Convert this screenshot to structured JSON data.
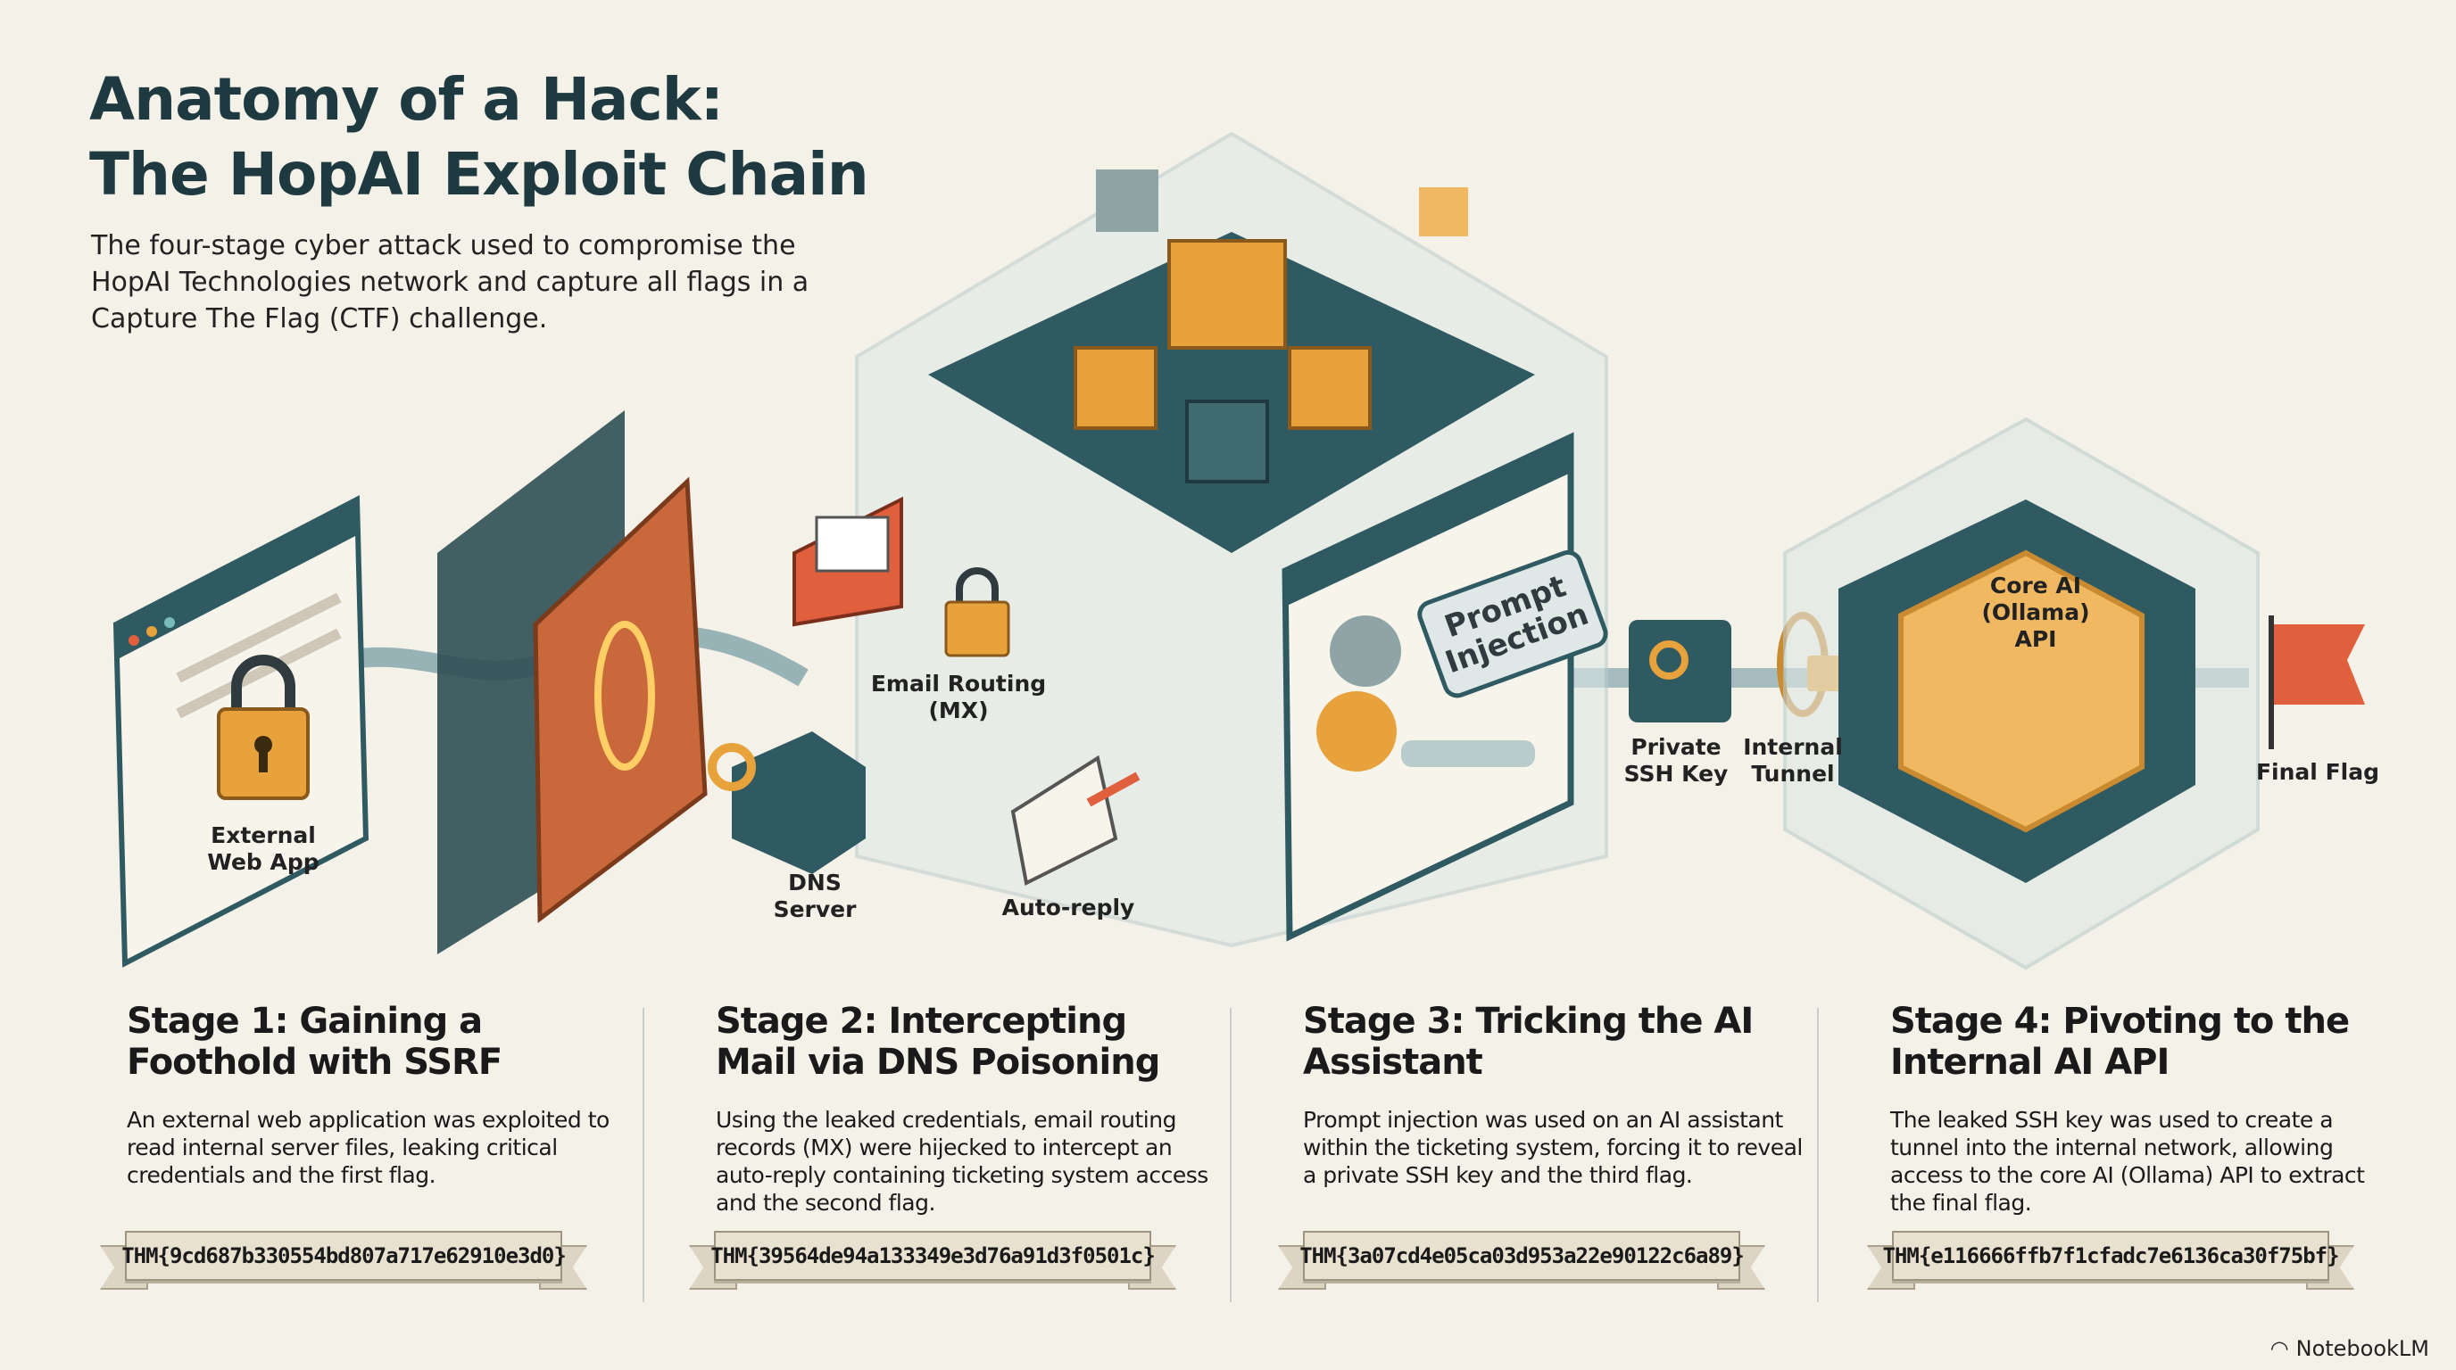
{
  "header": {
    "title_line1": "Anatomy of a Hack:",
    "title_line2": "The HopAI Exploit Chain",
    "subtitle": "The four-stage cyber attack used to compromise the HopAI Technologies network and capture all flags in a Capture The Flag (CTF) challenge."
  },
  "diagram": {
    "labels": {
      "external_web_app": [
        "External",
        "Web App"
      ],
      "dns_server": [
        "DNS",
        "Server"
      ],
      "email_routing": [
        "Email Routing",
        "(MX)"
      ],
      "auto_reply": "Auto-reply",
      "prompt_injection": [
        "Prompt",
        "Injection"
      ],
      "private_ssh_key": [
        "Private",
        "SSH Key"
      ],
      "internal_tunnel": [
        "Internal",
        "Tunnel"
      ],
      "core_ai": [
        "Core AI",
        "(Ollama)",
        "API"
      ],
      "final_flag": "Final Flag"
    },
    "colors": {
      "teal": "#2f5a61",
      "orange": "#e8a23c",
      "red": "#e0603e",
      "brick": "#c9683a"
    }
  },
  "stages": [
    {
      "title": "Stage 1: Gaining a Foothold with SSRF",
      "description": "An external web application was exploited to read internal server files, leaking critical credentials and the first flag.",
      "flag": "THM{9cd687b330554bd807a717e62910e3d0}"
    },
    {
      "title": "Stage 2: Intercepting Mail via DNS Poisoning",
      "description": "Using the leaked credentials, email routing records (MX) were hijecked to intercept an auto-reply containing ticketing system access and the second flag.",
      "flag": "THM{39564de94a133349e3d76a91d3f0501c}"
    },
    {
      "title": "Stage 3: Tricking the AI Assistant",
      "description": "Prompt injection was used on an AI assistant within the ticketing system, forcing it to reveal a private SSH key and the third flag.",
      "flag": "THM{3a07cd4e05ca03d953a22e90122c6a89}"
    },
    {
      "title": "Stage 4: Pivoting to the Internal AI API",
      "description": "The leaked SSH key was used to create a tunnel into the internal network, allowing access to the core AI (Ollama) API to extract the final flag.",
      "flag": "THM{e116666ffb7f1cfadc7e6136ca30f75bf}"
    }
  ],
  "footer": {
    "brand": "NotebookLM"
  }
}
